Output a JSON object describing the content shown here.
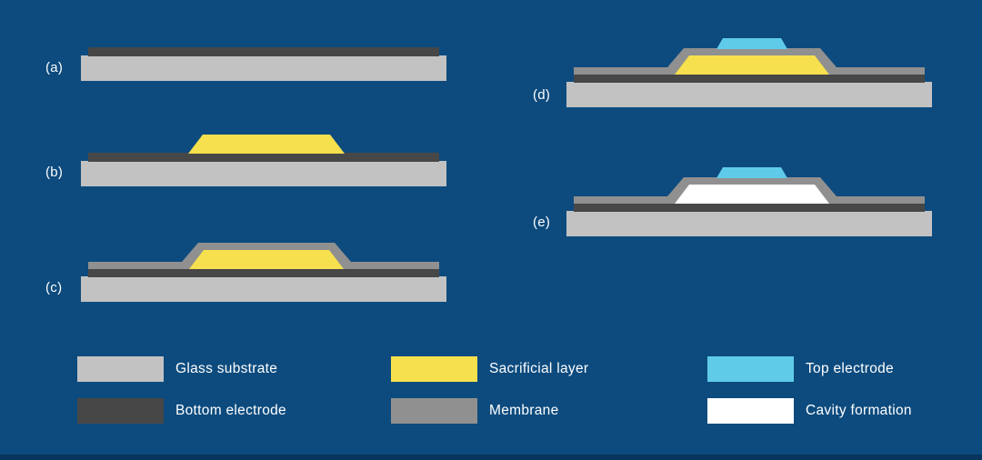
{
  "colors": {
    "background": "#0D4B7E",
    "bottom_bar": "#09355C",
    "text": "#FFFFFF",
    "glass_substrate": "#C2C2C2",
    "bottom_electrode": "#474747",
    "sacrificial_layer": "#F6E04E",
    "membrane": "#909090",
    "top_electrode": "#5FCBE9",
    "cavity": "#FFFFFF"
  },
  "panels": [
    {
      "label": "(a)"
    },
    {
      "label": "(b)"
    },
    {
      "label": "(c)"
    },
    {
      "label": "(d)"
    },
    {
      "label": "(e)"
    }
  ],
  "legend": [
    {
      "label": "Glass substrate",
      "color": "#C2C2C2"
    },
    {
      "label": "Sacrificial layer",
      "color": "#F6E04E"
    },
    {
      "label": "Top electrode",
      "color": "#5FCBE9"
    },
    {
      "label": "Bottom electrode",
      "color": "#474747"
    },
    {
      "label": "Membrane",
      "color": "#909090"
    },
    {
      "label": "Cavity formation",
      "color": "#FFFFFF"
    }
  ]
}
